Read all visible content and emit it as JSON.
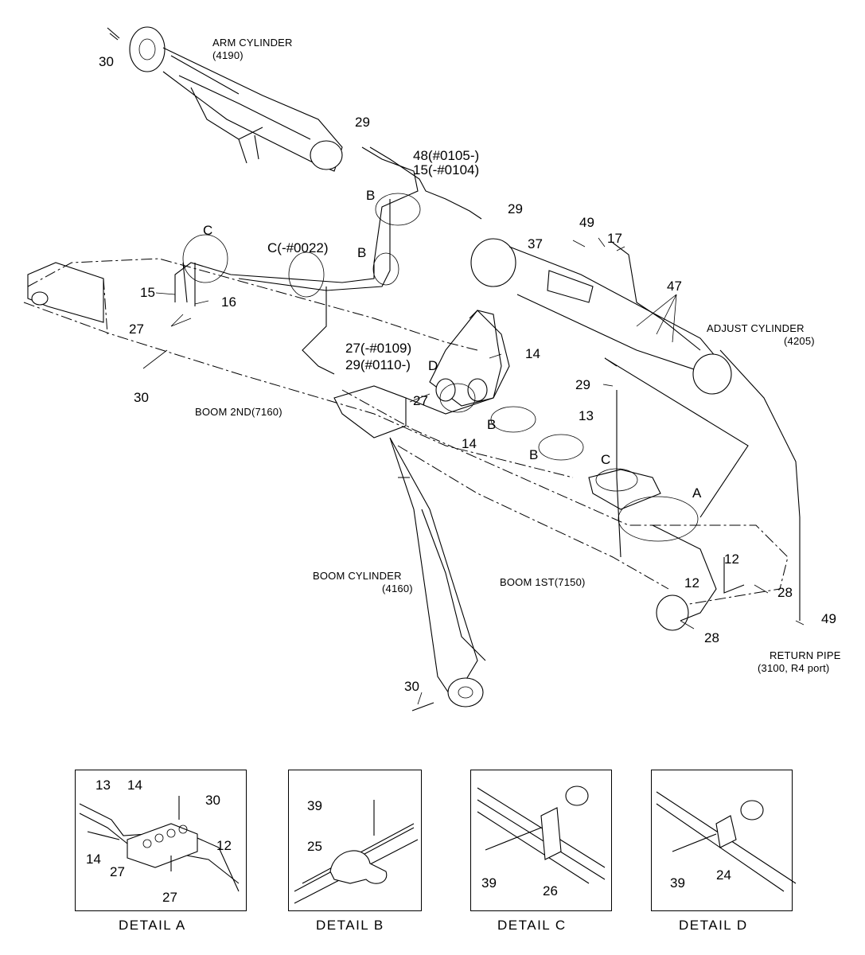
{
  "labels": {
    "arm_cylinder": "ARM CYLINDER",
    "arm_cylinder_no": "(4190)",
    "adjust_cylinder": "ADJUST CYLINDER",
    "adjust_cylinder_no": "(4205)",
    "boom_2nd": "BOOM 2ND(7160)",
    "boom_1st": "BOOM 1ST(7150)",
    "boom_cylinder": "BOOM CYLINDER",
    "boom_cylinder_no": "(4160)",
    "return_pipe": "RETURN PIPE",
    "return_pipe_no": "(3100, R4 port)"
  },
  "callouts": {
    "c30a": "30",
    "c29a": "29",
    "c48": "48(#0105-)",
    "c15a": "15(-#0104)",
    "cB1": "B",
    "cB2": "B",
    "c29b": "29",
    "c49a": "49",
    "c37": "37",
    "c17": "17",
    "cC1": "C",
    "cC2": "C(-#0022)",
    "c15b": "15",
    "c16": "16",
    "c47": "47",
    "c27a": "27",
    "c27b": "27(-#0109)",
    "c29c": "29(#0110-)",
    "cD": "D",
    "c14a": "14",
    "c30b": "30",
    "c27c": "27",
    "c29d": "29",
    "c13": "13",
    "cB3": "B",
    "c14b": "14",
    "cB4": "B",
    "cC3": "C",
    "cA": "A",
    "c12a": "12",
    "c28a": "28",
    "c12b": "12",
    "c28b": "28",
    "c49b": "49",
    "c30c": "30"
  },
  "details": {
    "a": {
      "caption": "DETAIL  A",
      "c13": "13",
      "c14a": "14",
      "c30": "30",
      "c14b": "14",
      "c12": "12",
      "c27a": "27",
      "c27b": "27"
    },
    "b": {
      "caption": "DETAIL  B",
      "c39": "39",
      "c25": "25"
    },
    "c": {
      "caption": "DETAIL  C",
      "c39": "39",
      "c26": "26"
    },
    "d": {
      "caption": "DETAIL  D",
      "c39": "39",
      "c24": "24"
    }
  }
}
